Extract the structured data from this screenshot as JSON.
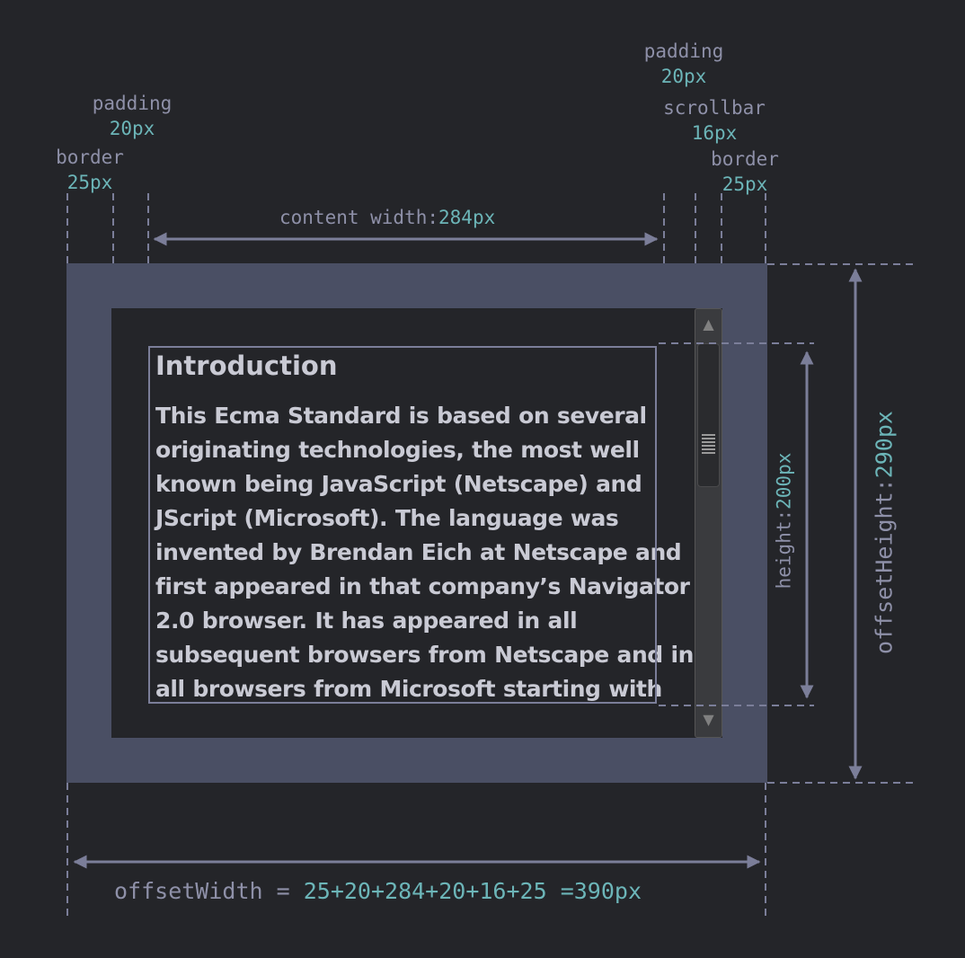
{
  "labels": {
    "border_left": {
      "name": "border",
      "value": "25px"
    },
    "padding_left": {
      "name": "padding",
      "value": "20px"
    },
    "padding_right": {
      "name": "padding",
      "value": "20px"
    },
    "scrollbar": {
      "name": "scrollbar",
      "value": "16px"
    },
    "border_right": {
      "name": "border",
      "value": "25px"
    },
    "content_width": {
      "name": "content width:",
      "value": "284px"
    },
    "height": {
      "name": "height:",
      "value": "200px"
    },
    "offset_height": {
      "name": "offsetHeight:",
      "value": "290px"
    },
    "offset_width": {
      "name": "offsetWidth = ",
      "value": "25+20+284+20+16+25 =390px"
    }
  },
  "content": {
    "heading": "Introduction",
    "paragraph": "This Ecma Standard is based on several originating technologies, the most well known being JavaScript (Netscape) and JScript (Microsoft). The language was invented by Brendan Eich at Netscape and first appeared in that company’s Navigator 2.0 browser. It has appeared in all subsequent browsers from Netscape and in all browsers from Microsoft starting with"
  },
  "scrollbar_icons": {
    "up": "scroll-up-arrow-icon",
    "down": "scroll-down-arrow-icon",
    "grip": "scroll-grip-icon"
  },
  "colors": {
    "background": "#242529",
    "border_fill": "#4a4f64",
    "guide_line": "#7b7e99",
    "label_text": "#8e90a8",
    "value_text": "#6cb5b8",
    "content_text": "#c9cad4"
  }
}
